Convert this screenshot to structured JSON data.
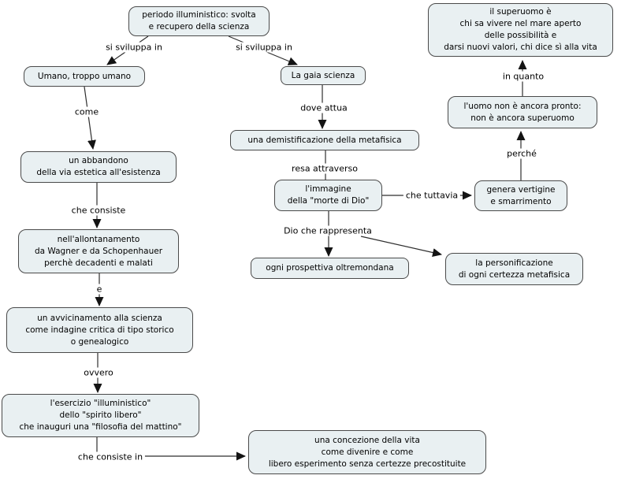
{
  "diagram": {
    "nodes": {
      "periodo": {
        "text": "periodo illuministico: svolta\ne recupero della scienza"
      },
      "superuomo": {
        "text": "il superuomo è\nchi sa vivere nel mare aperto\ndelle possibilità e\ndarsi nuovi valori, chi dice sì alla vita"
      },
      "umano": {
        "text": "Umano, troppo umano"
      },
      "gaia": {
        "text": "La gaia scienza"
      },
      "abbandono": {
        "text": "un abbandono\ndella via estetica all'esistenza"
      },
      "demistificazione": {
        "text": "una demistificazione della metafisica"
      },
      "allontanamento": {
        "text": "nell'allontanamento\nda Wagner e da Schopenhauer\nperchè decadenti e malati"
      },
      "immagine": {
        "text": "l'immagine\ndella \"morte di Dio\""
      },
      "uomo_non_pronto": {
        "text": "l'uomo non è ancora pronto:\nnon è ancora superuomo"
      },
      "vertigine": {
        "text": "genera vertigine\ne smarrimento"
      },
      "avvicinamento": {
        "text": "un avvicinamento alla scienza\ncome indagine critica di tipo storico\no genealogico"
      },
      "prospettiva": {
        "text": "ogni prospettiva oltremondana"
      },
      "personificazione": {
        "text": "la personificazione\ndi ogni certezza metafisica"
      },
      "esercizio": {
        "text": "l'esercizio \"illuministico\"\ndello \"spirito libero\"\nche inauguri una \"filosofia del mattino\""
      },
      "concezione": {
        "text": "una concezione della vita\ncome divenire e come\nlibero esperimento senza certezze precostituite"
      }
    },
    "links": {
      "sviluppa_left": "si sviluppa in",
      "sviluppa_right": "si sviluppa in",
      "come": "come",
      "dove_attua": "dove attua",
      "che_consiste": "che consiste",
      "resa_attraverso": "resa attraverso",
      "e": "e",
      "ovvero": "ovvero",
      "che_consiste_in": "che consiste in",
      "dio_rappresenta": "Dio che rappresenta",
      "che_tuttavia": "che tuttavia",
      "perche": "perché",
      "in_quanto": "in quanto"
    },
    "colors": {
      "node_fill": "#e9f0f2",
      "node_border": "#4a4a4a",
      "line": "#2e2e2e",
      "text": "#000000",
      "background": "#ffffff"
    }
  }
}
